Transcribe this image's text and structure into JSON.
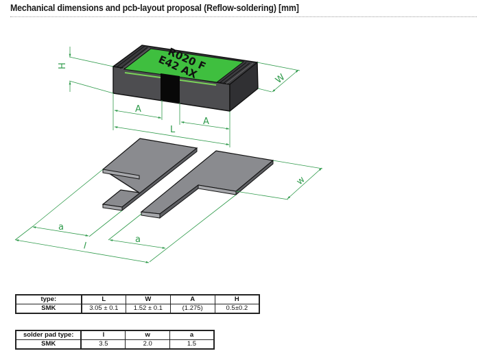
{
  "document": {
    "title": "Mechanical dimensions and pcb-layout proposal (Reflow-soldering) [mm]"
  },
  "drawing": {
    "component_marking": {
      "line1": "R020 F",
      "line2": "E42 AX"
    },
    "component_dimension_labels": {
      "height": "H",
      "width": "W",
      "terminal_left": "A",
      "terminal_right": "A",
      "length": "L"
    },
    "pad_dimension_labels": {
      "width": "w",
      "pad_left": "a",
      "pad_right": "a",
      "length": "l"
    },
    "colors": {
      "body": "#4a4a4c",
      "body_dark": "#2f2f31",
      "top_marking_area": "#3fbf3f",
      "center_band": "#0a0a0a",
      "pad": "#8a8b8f",
      "pad_edge": "#5d5e62",
      "dimension_lines": "#2e9a4a"
    }
  },
  "component_table": {
    "headers": [
      "type:",
      "L",
      "W",
      "A",
      "H"
    ],
    "rows": [
      [
        "SMK",
        "3.05 ± 0.1",
        "1.52 ± 0.1",
        "(1.275)",
        "0.5±0.2"
      ]
    ]
  },
  "pad_table": {
    "headers": [
      "solder pad type:",
      "l",
      "w",
      "a"
    ],
    "rows": [
      [
        "SMK",
        "3.5",
        "2.0",
        "1.5"
      ]
    ]
  }
}
